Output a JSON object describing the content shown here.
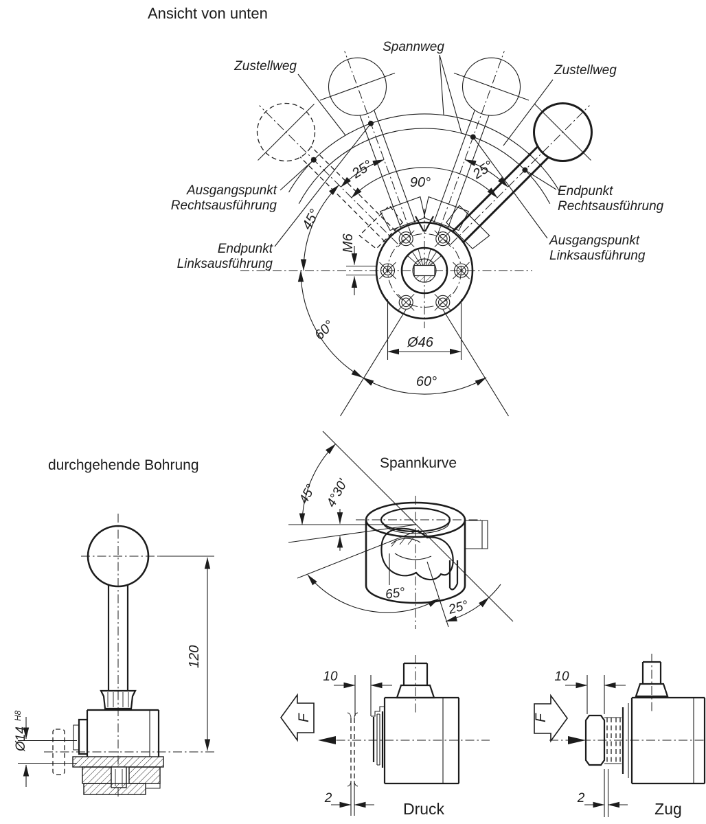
{
  "top_view": {
    "title": "Ansicht von unten",
    "labels": {
      "spannweg": "Spannweg",
      "zustellweg_left": "Zustellweg",
      "zustellweg_right": "Zustellweg",
      "ausgangspunkt_rechts_1": "Ausgangspunkt",
      "ausgangspunkt_rechts_2": "Rechtsausführung",
      "endpunkt_links_1": "Endpunkt",
      "endpunkt_links_2": "Linksausführung",
      "endpunkt_rechts_1": "Endpunkt",
      "endpunkt_rechts_2": "Rechtsausführung",
      "ausgangspunkt_links_1": "Ausgangspunkt",
      "ausgangspunkt_links_2": "Linksausführung"
    },
    "dims": {
      "angle_left": "25°",
      "angle_mid": "90°",
      "angle_right": "25°",
      "angle_45": "45°",
      "thread": "M6",
      "bolt_circle": "Ø46",
      "angle_60_left": "60°",
      "angle_60_bottom": "60°"
    }
  },
  "side_view": {
    "title": "durchgehende Bohrung",
    "dims": {
      "height": "120",
      "bore": "Ø14",
      "bore_tol": "H8"
    }
  },
  "cam_view": {
    "title": "Spannkurve",
    "dims": {
      "a45": "45°",
      "a430": "4°30'",
      "a65": "65°",
      "a25": "25°"
    }
  },
  "druck_view": {
    "caption": "Druck",
    "force": "F",
    "dims": {
      "d10": "10",
      "d2": "2"
    }
  },
  "zug_view": {
    "caption": "Zug",
    "force": "F",
    "dims": {
      "d10": "10",
      "d2": "2"
    }
  }
}
